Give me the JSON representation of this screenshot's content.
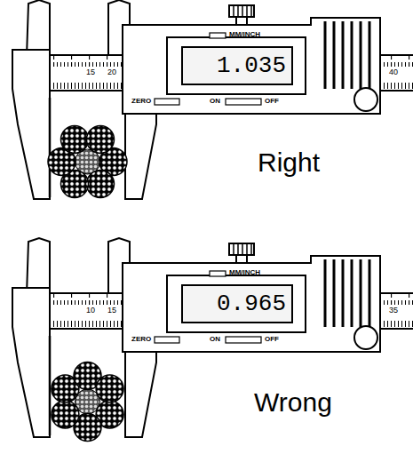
{
  "diagram": {
    "nodes": [
      {
        "text": [
          "1.035"
        ]
      },
      {
        "text": [
          "0.965"
        ]
      }
    ],
    "labels": [
      "MM/INCH",
      "ZERO",
      "ON",
      "OFF",
      "15",
      "20",
      "40",
      "Right",
      "MM/INCH",
      "ZERO",
      "ON",
      "OFF",
      "10",
      "15",
      "35",
      "Wrong"
    ]
  }
}
